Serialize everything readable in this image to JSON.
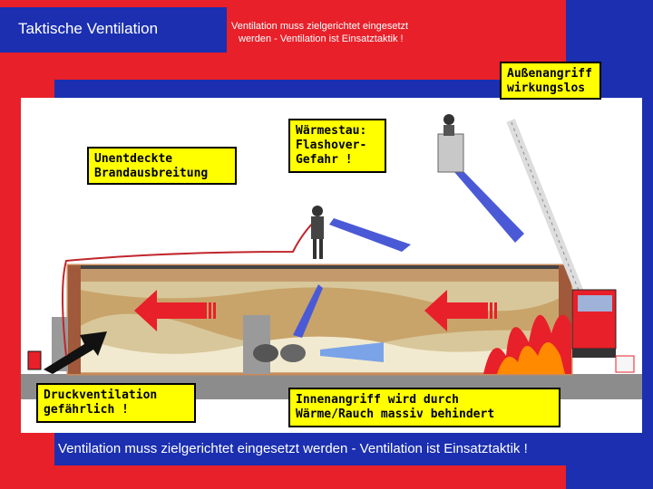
{
  "header": {
    "title": "Taktische Ventilation",
    "subtitle_line1": "Ventilation muss zielgerichtet eingesetzt",
    "subtitle_line2": "werden - Ventilation ist Einsatztaktik !"
  },
  "labels": {
    "aussenangriff_1": "Außenangriff",
    "aussenangriff_2": "wirkungslos",
    "brand_1": "Unentdeckte",
    "brand_2": "Brandausbreitung",
    "waermestau_1": "Wärmestau:",
    "waermestau_2": "Flashover-",
    "waermestau_3": "Gefahr !",
    "druck_1": "Druckventilation",
    "druck_2": "gefährlich !",
    "innen_1": "Innenangriff wird durch",
    "innen_2": "Wärme/Rauch massiv behindert"
  },
  "footer": {
    "text": "Ventilation muss zielgerichtet eingesetzt werden - Ventilation ist Einsatztaktik !"
  },
  "colors": {
    "red": "#e8202a",
    "blue": "#1b2fb0",
    "yellow": "#ffff00",
    "smoke": "#d9c08a"
  }
}
